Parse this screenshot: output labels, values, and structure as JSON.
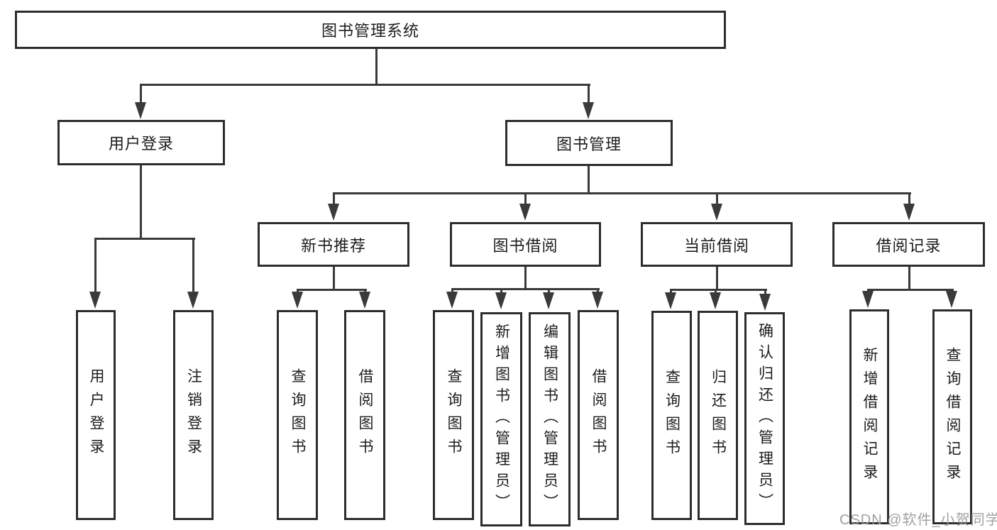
{
  "diagram": {
    "root": "图书管理系统",
    "level2": {
      "user_login": "用户登录",
      "book_mgmt": "图书管理"
    },
    "level3": {
      "new_books": "新书推荐",
      "book_borrow": "图书借阅",
      "current_borrow": "当前借阅",
      "borrow_records": "借阅记录"
    },
    "leaves": {
      "user_login": [
        "用户登录",
        "注销登录"
      ],
      "new_books": [
        "查询图书",
        "借阅图书"
      ],
      "book_borrow": [
        "查询图书",
        "新增图书（管理员）",
        "编辑图书（管理员）",
        "借阅图书"
      ],
      "current_borrow": [
        "查询图书",
        "归还图书",
        "确认归还（管理员）"
      ],
      "borrow_records": [
        "新增借阅记录",
        "查询借阅记录"
      ]
    }
  },
  "watermark": "CSDN @软件_小贺同学",
  "colors": {
    "line": "#3a3a3a",
    "box_border": "#2d2d2d",
    "text": "#1c1c1c",
    "watermark": "#9b9b9b",
    "background": "#ffffff"
  }
}
